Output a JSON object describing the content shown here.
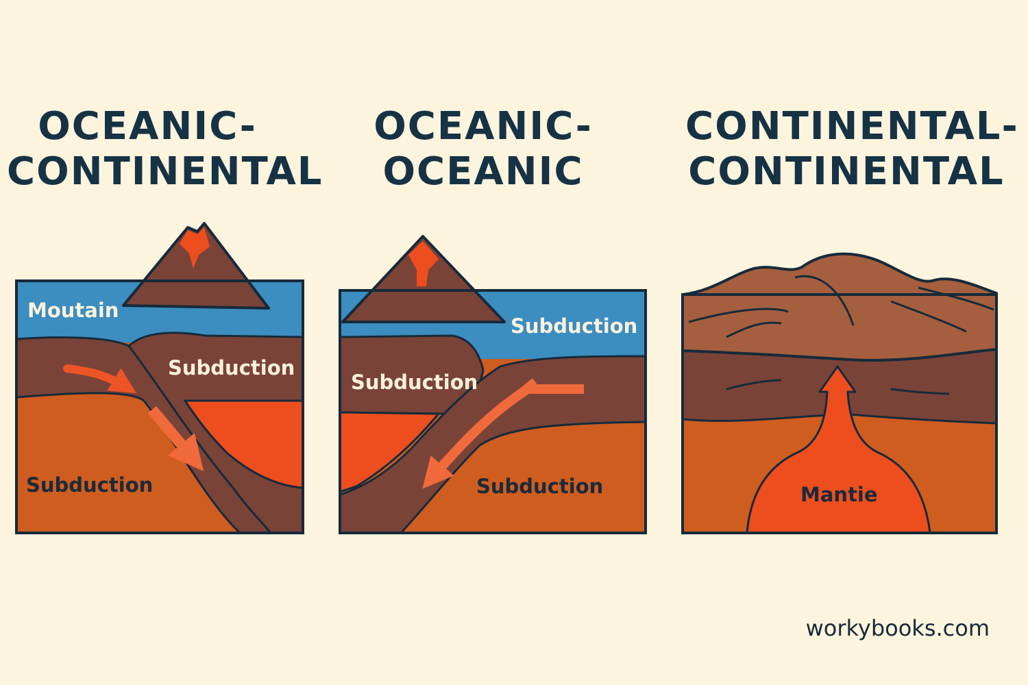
{
  "panels": [
    {
      "title_lines": [
        "OCEANIC-",
        "CONTINENTAL"
      ],
      "labels": [
        "Moutain",
        "Subduction",
        "Subduction"
      ]
    },
    {
      "title_lines": [
        "OCEANIC-",
        "OCEANIC"
      ],
      "labels": [
        "Subduction",
        "Subduction",
        "Subduction"
      ]
    },
    {
      "title_lines": [
        "CONTINENTAL-",
        "CONTINENTAL"
      ],
      "labels": [
        "Mantie"
      ]
    }
  ],
  "footer": {
    "site": "workybooks.com"
  },
  "colors": {
    "background": "#fcf4dd",
    "ocean": "#3c8dc0",
    "crust": "#7a4338",
    "mantle": "#cf5d1f",
    "magma": "#ee4e1e",
    "outline": "#162a3a",
    "continental_top": "#a55f3e"
  }
}
